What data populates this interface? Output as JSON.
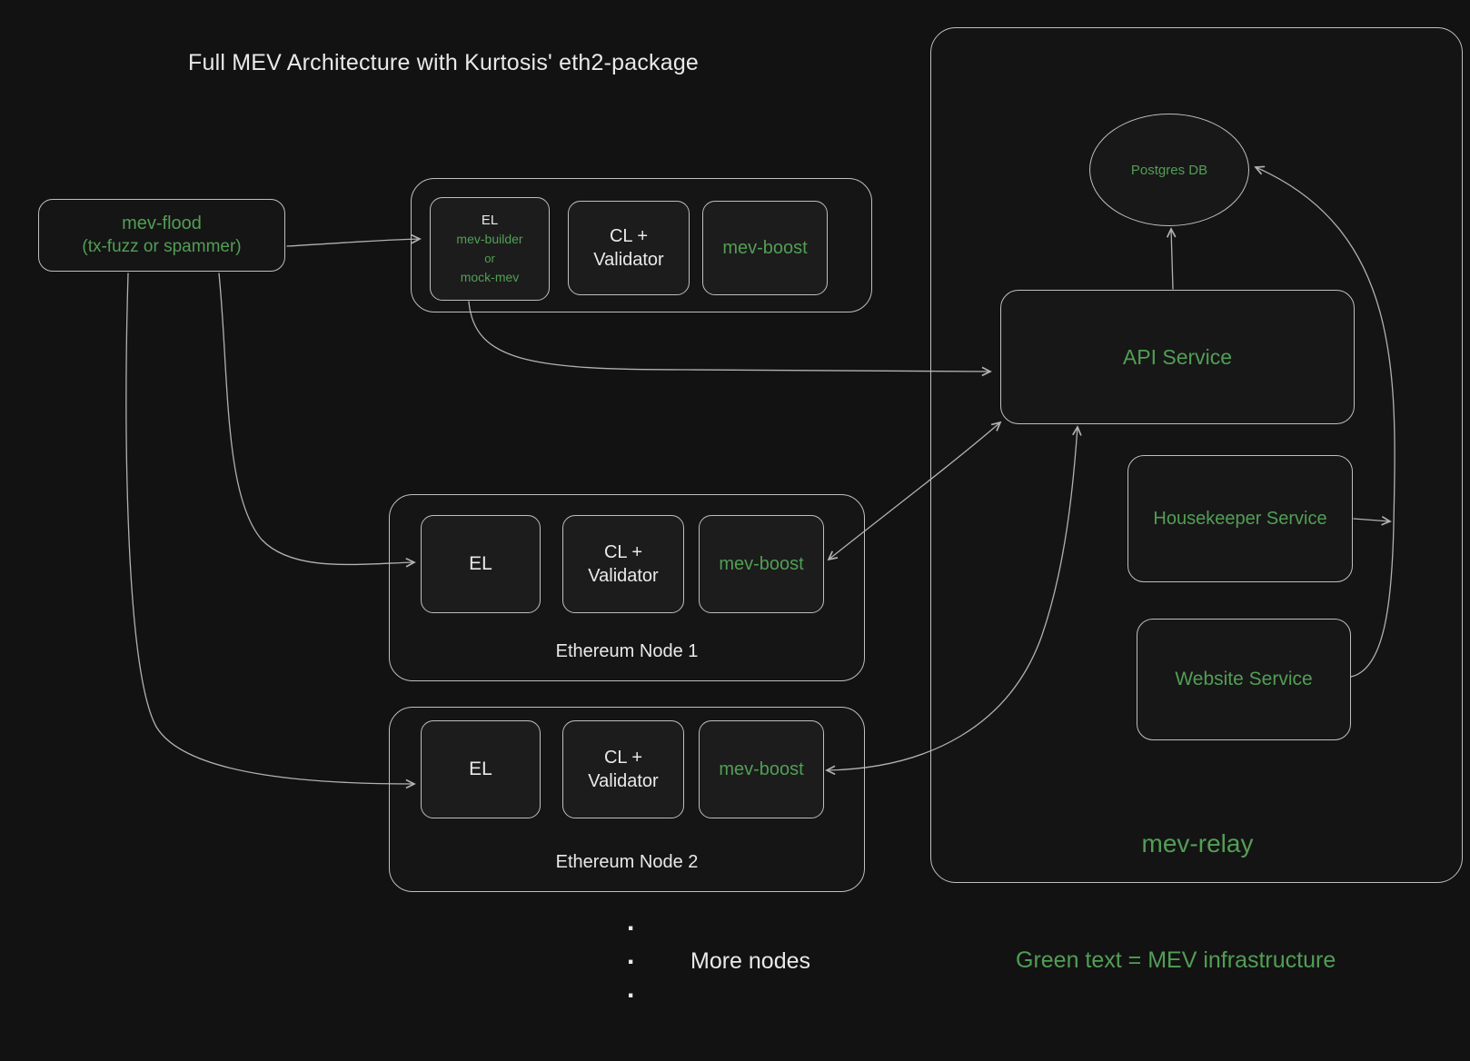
{
  "title": "Full MEV Architecture with Kurtosis' eth2-package",
  "mev_flood": {
    "name": "mev-flood",
    "sub": "(tx-fuzz or spammer)"
  },
  "builder_node": {
    "el_label": "EL",
    "el_sub": [
      "mev-builder",
      "or",
      "mock-mev"
    ],
    "cl_line1": "CL +",
    "cl_line2": "Validator",
    "mev_boost": "mev-boost"
  },
  "node1": {
    "el": "EL",
    "cl_line1": "CL +",
    "cl_line2": "Validator",
    "mev_boost": "mev-boost",
    "label": "Ethereum Node 1"
  },
  "node2": {
    "el": "EL",
    "cl_line1": "CL +",
    "cl_line2": "Validator",
    "mev_boost": "mev-boost",
    "label": "Ethereum Node 2"
  },
  "relay": {
    "postgres": "Postgres DB",
    "api": "API Service",
    "housekeeper": "Housekeeper Service",
    "website": "Website Service",
    "label": "mev-relay"
  },
  "footer": {
    "dots": ".",
    "more_nodes": "More nodes",
    "legend": "Green text = MEV infrastructure"
  },
  "colors": {
    "green": "#529e55",
    "white": "#e9e9e9",
    "line": "#bfbfbf",
    "background": "#121212"
  }
}
